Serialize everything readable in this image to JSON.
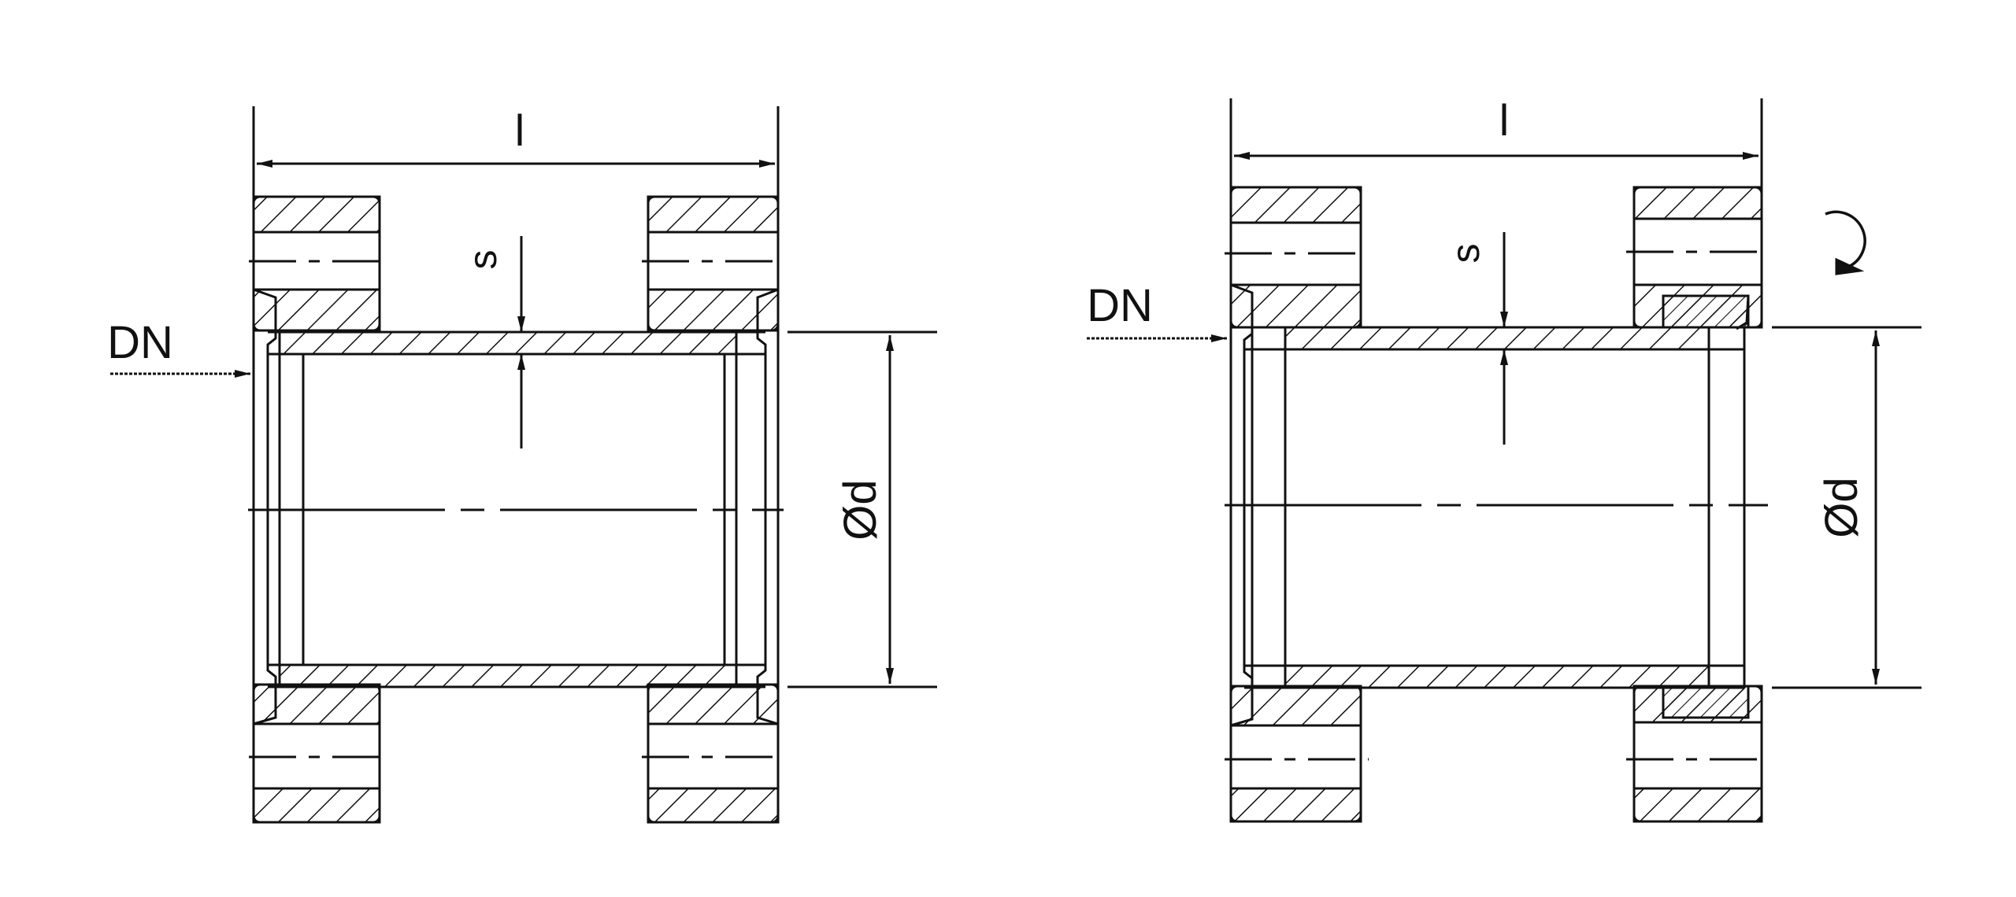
{
  "colors": {
    "ink": "#111111",
    "background": "#ffffff"
  },
  "figures": [
    {
      "id": "left",
      "labels": {
        "length": "l",
        "wall": "s",
        "nominal": "DN",
        "diameter": "Ød"
      }
    },
    {
      "id": "right",
      "labels": {
        "length": "l",
        "wall": "s",
        "nominal": "DN",
        "diameter": "Ød"
      },
      "rotation_icon": "rotation-arrow-icon"
    }
  ]
}
